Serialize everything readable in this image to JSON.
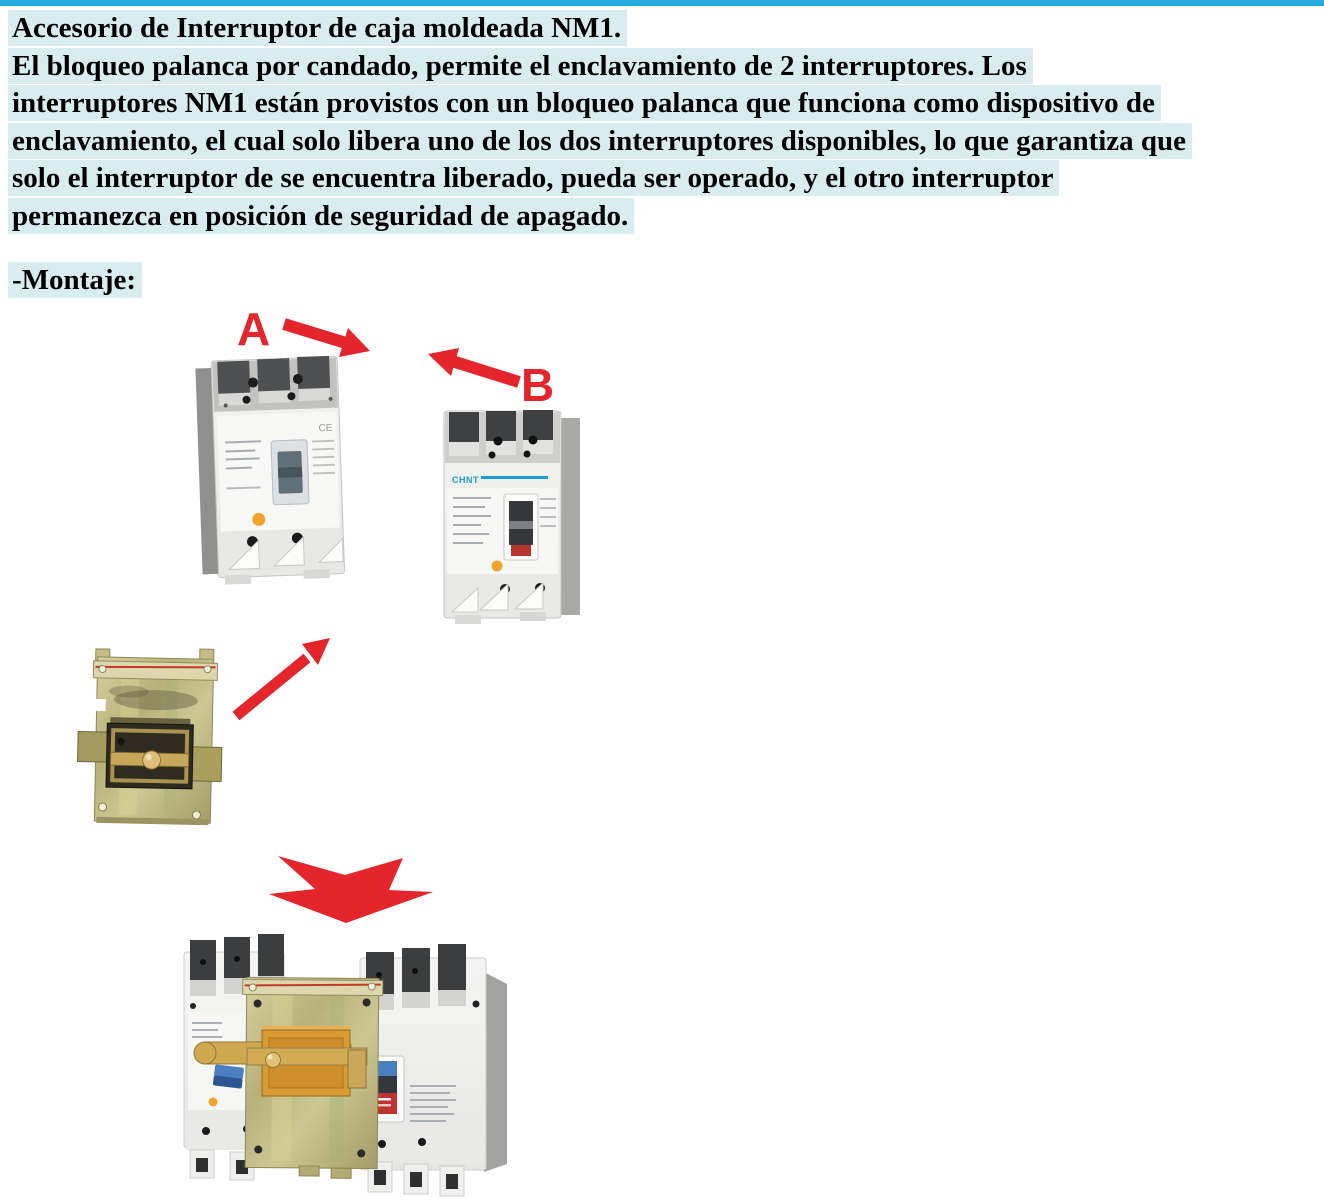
{
  "page": {
    "top_border_color": "#29abe2",
    "highlight_color": "#d9edf0",
    "background_color": "#ffffff"
  },
  "paragraph": {
    "lines": [
      "Accesorio de Interruptor de caja moldeada NM1.",
      "El bloqueo palanca por candado, permite el enclavamiento de 2 interruptores. Los",
      "interruptores NM1 están provistos con un bloqueo palanca que funciona como dispositivo de",
      "enclavamiento, el cual solo libera uno de los dos interruptores disponibles, lo que garantiza que",
      "solo el interruptor de se encuentra liberado, pueda ser operado, y el otro interruptor",
      "permanezca en posición de seguridad de apagado."
    ]
  },
  "section_label": "-Montaje:",
  "diagram": {
    "label_a": "A",
    "label_b": "B",
    "arrow_color": "#e4252b",
    "breaker_b_brand": "CHNT",
    "brand_color": "#1e9cd7",
    "indicator_color": "#f2a32e",
    "ce_mark": "CE"
  }
}
